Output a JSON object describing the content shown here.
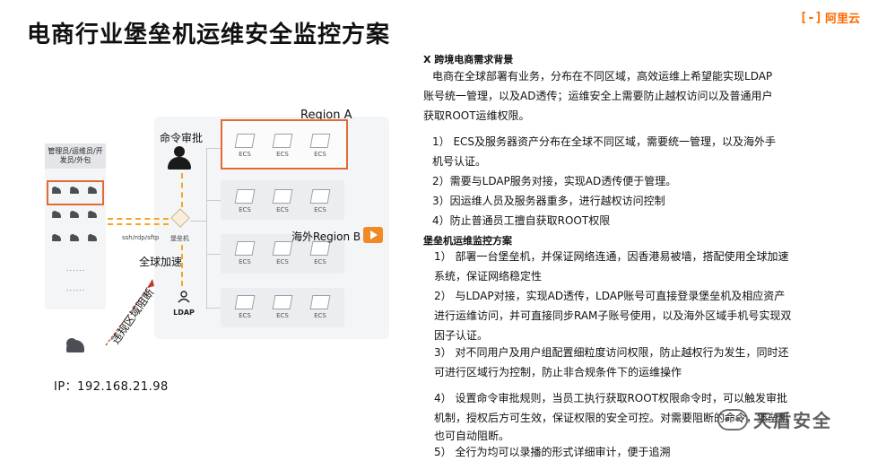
{
  "title": "电商行业堡垒机运维安全监控方案",
  "brand": {
    "mark": "[-]",
    "name": "阿里云",
    "color": "#ff6a00"
  },
  "diagram": {
    "region_a": "Region A",
    "region_b": "海外Region B",
    "command_approval": "命令审批",
    "users_header": "管理员/运维员/开发员/外包",
    "protocols": "ssh/rdp/sftp",
    "bastion_label": "堡垒机",
    "global_accel": "全球加速",
    "ldap": "LDAP",
    "blocked": "违规区域阻断",
    "ecs": "ECS",
    "dots": "......"
  },
  "ip_label": "IP：192.168.21.98",
  "section1": {
    "heading": "X 跨境电商需求背景",
    "intro_lines": [
      "电商在全球部署有业务，分布在不同区域，高效运维上希望能实现LDAP",
      "账号统一管理，以及AD透传；运维安全上需要防止越权访问以及普通用户",
      "获取ROOT运维权限。"
    ],
    "items": [
      [
        "1） ECS及服务器资产分布在全球不同区域，需要统一管理，以及海外手",
        "机号认证。"
      ],
      [
        "2）需要与LDAP服务对接，实现AD透传便于管理。"
      ],
      [
        "3）因运维人员及服务器重多，进行越权访问控制"
      ],
      [
        "4）防止普通员工擅自获取ROOT权限"
      ]
    ]
  },
  "section2": {
    "heading": "堡垒机运维监控方案",
    "items": [
      [
        "1） 部署一台堡垒机，并保证网络连通，因香港易被墙，搭配使用全球加速",
        "系统，保证网络稳定性"
      ],
      [
        "2） 与LDAP对接，实现AD透传，LDAP账号可直接登录堡垒机及相应资产",
        "进行运维访问，并可直接同步RAM子账号使用，以及海外区域手机号实现双",
        "因子认证。"
      ],
      [
        "3） 对不同用户及用户组配置细粒度访问权限，防止越权行为发生，同时还",
        "可进行区域行为控制，防止非合规条件下的运维操作"
      ],
      [
        "4） 设置命令审批规则，当员工执行获取ROOT权限命令时，可以触发审批",
        "机制，授权后方可生效，保证权限的安全可控。对需要阻断的命令，堡垒机",
        "也可自动阻断。"
      ],
      [
        "5） 全行为均可以录播的形式详细审计，便于追溯"
      ]
    ]
  },
  "watermark": "天盾安全",
  "colors": {
    "highlight": "#e26b34",
    "accent": "#f5a623",
    "blocked_arrow": "#c0392b"
  }
}
